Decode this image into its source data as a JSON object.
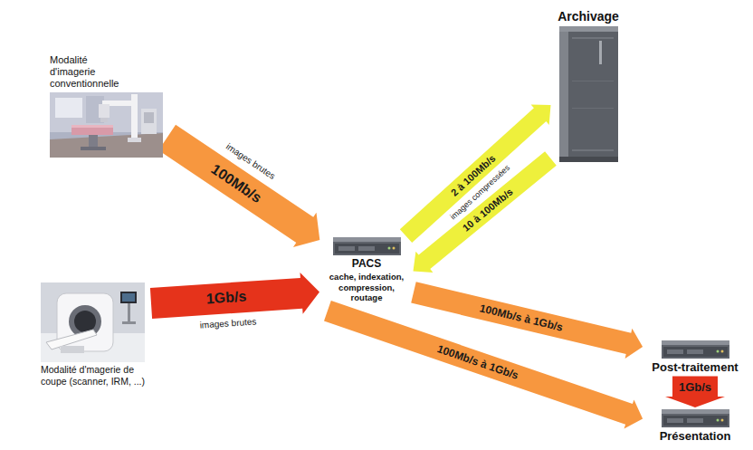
{
  "diagram": {
    "nodes": [
      {
        "text": [
          "Modalité d'imagerie conventionnelle"
        ]
      },
      {
        "text": [
          "Modalité d'magerie de coupe (scanner, IRM, ...)"
        ]
      },
      {
        "text": [
          "PACS",
          "cache, indexation, compression, routage"
        ]
      },
      {
        "text": [
          "Archivage"
        ]
      },
      {
        "text": [
          "Post-traitement"
        ]
      },
      {
        "text": [
          "Présentation"
        ]
      }
    ],
    "edges": [
      {
        "from": 0,
        "to": 2,
        "arrow": "to",
        "label": "100Mb/s"
      },
      {
        "from": 1,
        "to": 2,
        "arrow": "to",
        "label": "1Gb/s"
      },
      {
        "from": 2,
        "to": 3,
        "arrow": "to",
        "label": "2 à 100Mb/s"
      },
      {
        "from": 3,
        "to": 2,
        "arrow": "to",
        "label": "10 à 100Mb/s"
      },
      {
        "from": 2,
        "to": 4,
        "arrow": "to",
        "label": "100Mb/s à 1Gb/s"
      },
      {
        "from": 2,
        "to": 5,
        "arrow": "to",
        "label": "100Mb/s à 1Gb/s"
      },
      {
        "from": 4,
        "to": 5,
        "arrow": "to",
        "label": "1Gb/s"
      }
    ],
    "labels": [
      "images brutes",
      "images brutes",
      "images compressées"
    ]
  }
}
